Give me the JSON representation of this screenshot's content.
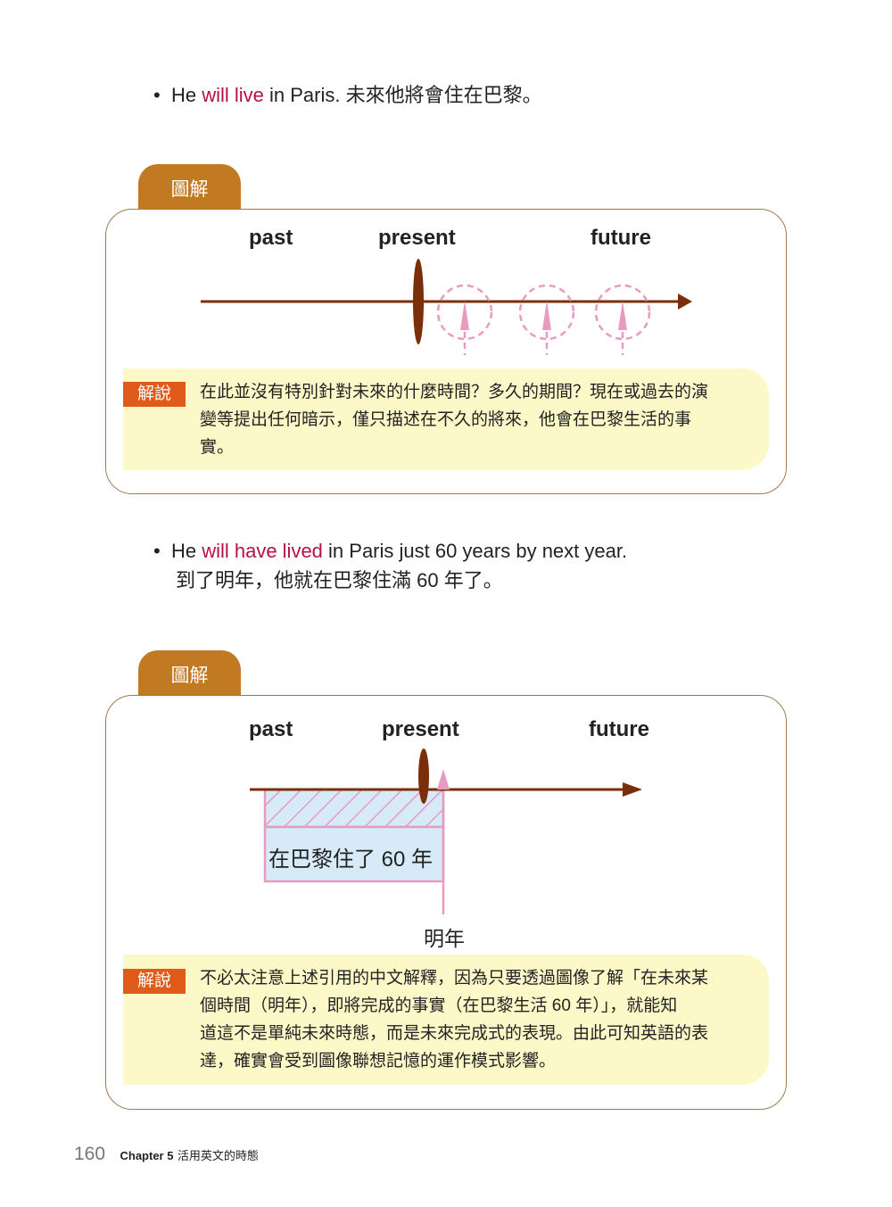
{
  "sentence1": {
    "bullet": "•",
    "pre": "He ",
    "verb": "will live",
    "post": " in Paris. 未來他將會住在巴黎。"
  },
  "diagram1": {
    "tab": "圖解",
    "past": "past",
    "present": "present",
    "future": "future",
    "explain_tag": "解說",
    "explain_lines": [
      "在此並沒有特別針對未來的什麼時間？多久的期間？現在或過去的演",
      "變等提出任何暗示，僅只描述在不久的將來，他會在巴黎生活的事",
      "實。"
    ]
  },
  "sentence2": {
    "bullet": "•",
    "pre": "He ",
    "verb": "will have lived",
    "post": " in Paris just 60 years by next year.",
    "zh": "到了明年，他就在巴黎住滿 60 年了。"
  },
  "diagram2": {
    "tab": "圖解",
    "past": "past",
    "present": "present",
    "future": "future",
    "span_label": "在巴黎住了 60 年",
    "marker_label": "明年",
    "explain_tag": "解說",
    "explain_lines": [
      "不必太注意上述引用的中文解釋，因為只要透過圖像了解「在未來某",
      "個時間（明年），即將完成的事實（在巴黎生活 60 年）」，就能知",
      "道這不是單純未來時態，而是未來完成式的表現。由此可知英語的表",
      "達，確實會受到圖像聯想記憶的運作模式影響。"
    ]
  },
  "footer": {
    "page": "160",
    "chapter": "Chapter 5",
    "title": "活用英文的時態"
  },
  "colors": {
    "tab": "#c17a22",
    "timeline": "#7a2e0a",
    "pink": "#e89bc0",
    "band": "#fdf8c8",
    "tag": "#e05a1a"
  }
}
